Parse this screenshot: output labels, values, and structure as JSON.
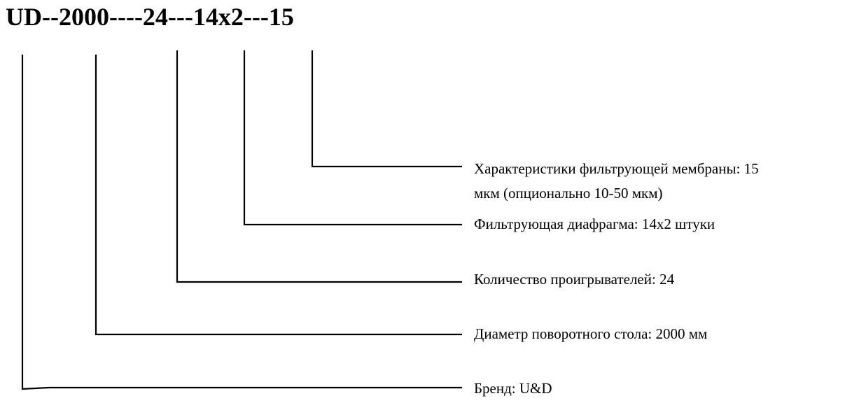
{
  "title": "UD--2000----24---14x2---15",
  "labels": [
    {
      "id": "membrane",
      "line1": "Характеристики фильтрующей мембраны: 15",
      "line2": "мкм (опционально 10-50 мкм)"
    },
    {
      "id": "diaphragm",
      "text": "Фильтрующая диафрагма: 14x2 штуки"
    },
    {
      "id": "players",
      "text": "Количество проигрывателей: 24"
    },
    {
      "id": "table",
      "text": "Диаметр поворотного стола: 2000 мм"
    },
    {
      "id": "brand",
      "text": "Бренд: U&D"
    }
  ],
  "colors": {
    "line": "#000000",
    "text": "#000000",
    "background": "#ffffff"
  }
}
